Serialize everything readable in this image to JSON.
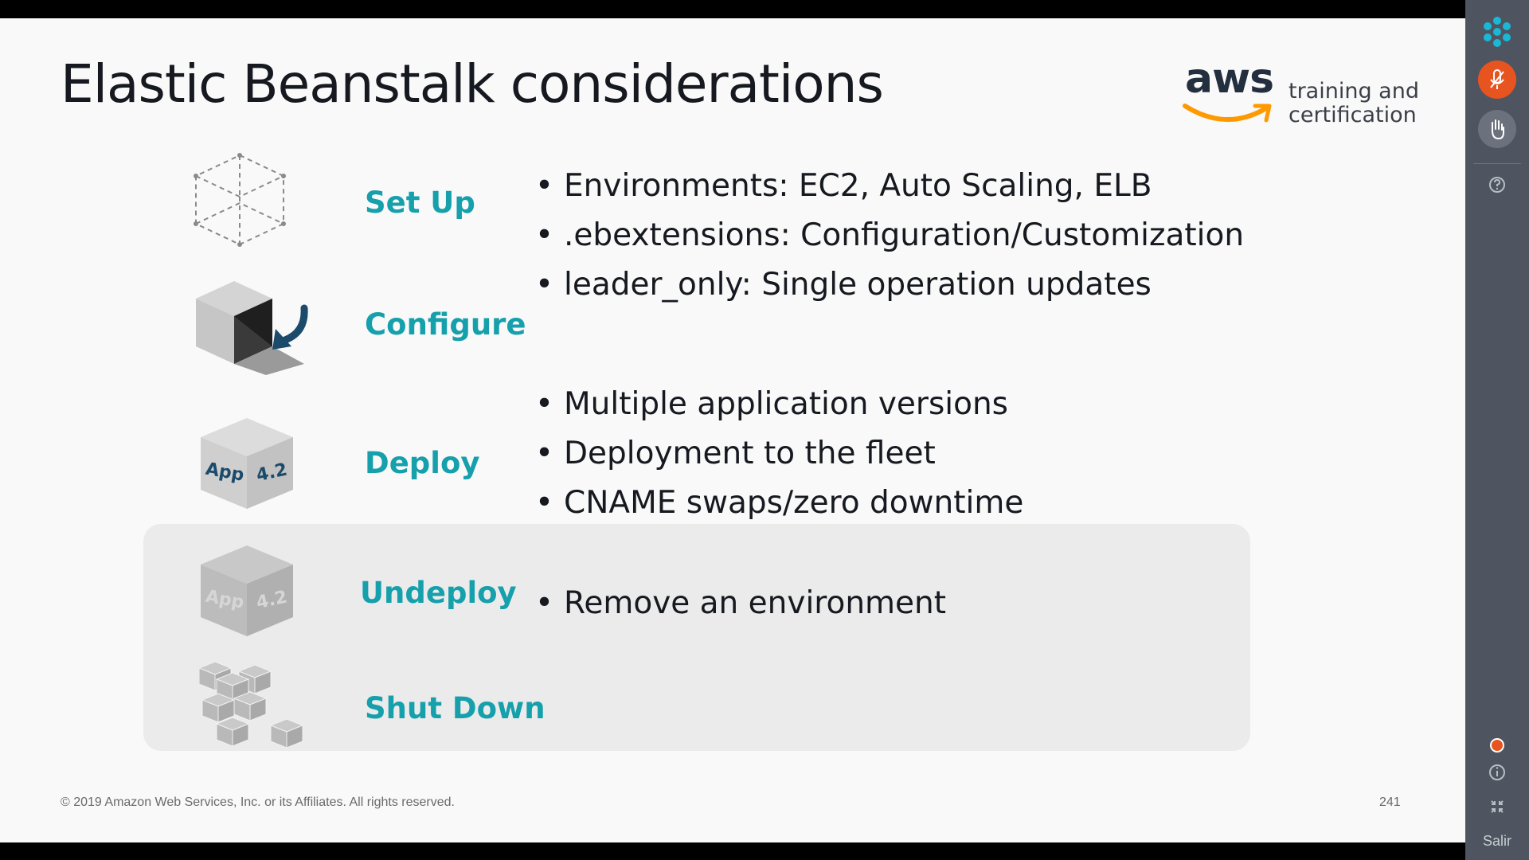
{
  "slide": {
    "title": "Elastic Beanstalk considerations",
    "logo": {
      "wordmark": "aws",
      "line1": "training and",
      "line2": "certification"
    },
    "steps": [
      {
        "label": "Set Up",
        "icon": "wireframe-cube-icon"
      },
      {
        "label": "Configure",
        "icon": "open-box-arrow-icon"
      },
      {
        "label": "Deploy",
        "icon": "app-cube-icon",
        "cube_text_left": "App",
        "cube_text_right": "4.2"
      },
      {
        "label": "Undeploy",
        "icon": "faded-app-cube-icon",
        "cube_text_left": "App",
        "cube_text_right": "4.2"
      },
      {
        "label": "Shut Down",
        "icon": "stacked-cubes-icon"
      }
    ],
    "bullets": {
      "setup": [
        "Environments: EC2, Auto Scaling, ELB",
        ".ebextensions: Configuration/Customization",
        "leader_only: Single operation updates"
      ],
      "deploy": [
        "Multiple application versions",
        "Deployment to the fleet",
        "CNAME swaps/zero downtime"
      ],
      "undeploy": [
        "Remove an environment"
      ]
    },
    "footer": "© 2019 Amazon Web Services, Inc. or its Affiliates. All rights reserved.",
    "page_number": "241"
  },
  "sidebar": {
    "buttons": [
      {
        "icon": "snowflake-logo-icon"
      },
      {
        "icon": "microphone-muted-icon",
        "color": "#e8541f"
      },
      {
        "icon": "raise-hand-icon"
      },
      {
        "icon": "help-icon"
      },
      {
        "icon": "recording-dot-icon",
        "color": "#e8541f"
      },
      {
        "icon": "info-icon"
      },
      {
        "icon": "exit-fullscreen-icon"
      }
    ],
    "exit_label": "Salir"
  },
  "colors": {
    "accent": "#15a0ac",
    "aws_orange": "#ff9900",
    "sidebar": "#4f5560",
    "alert": "#e8541f"
  }
}
